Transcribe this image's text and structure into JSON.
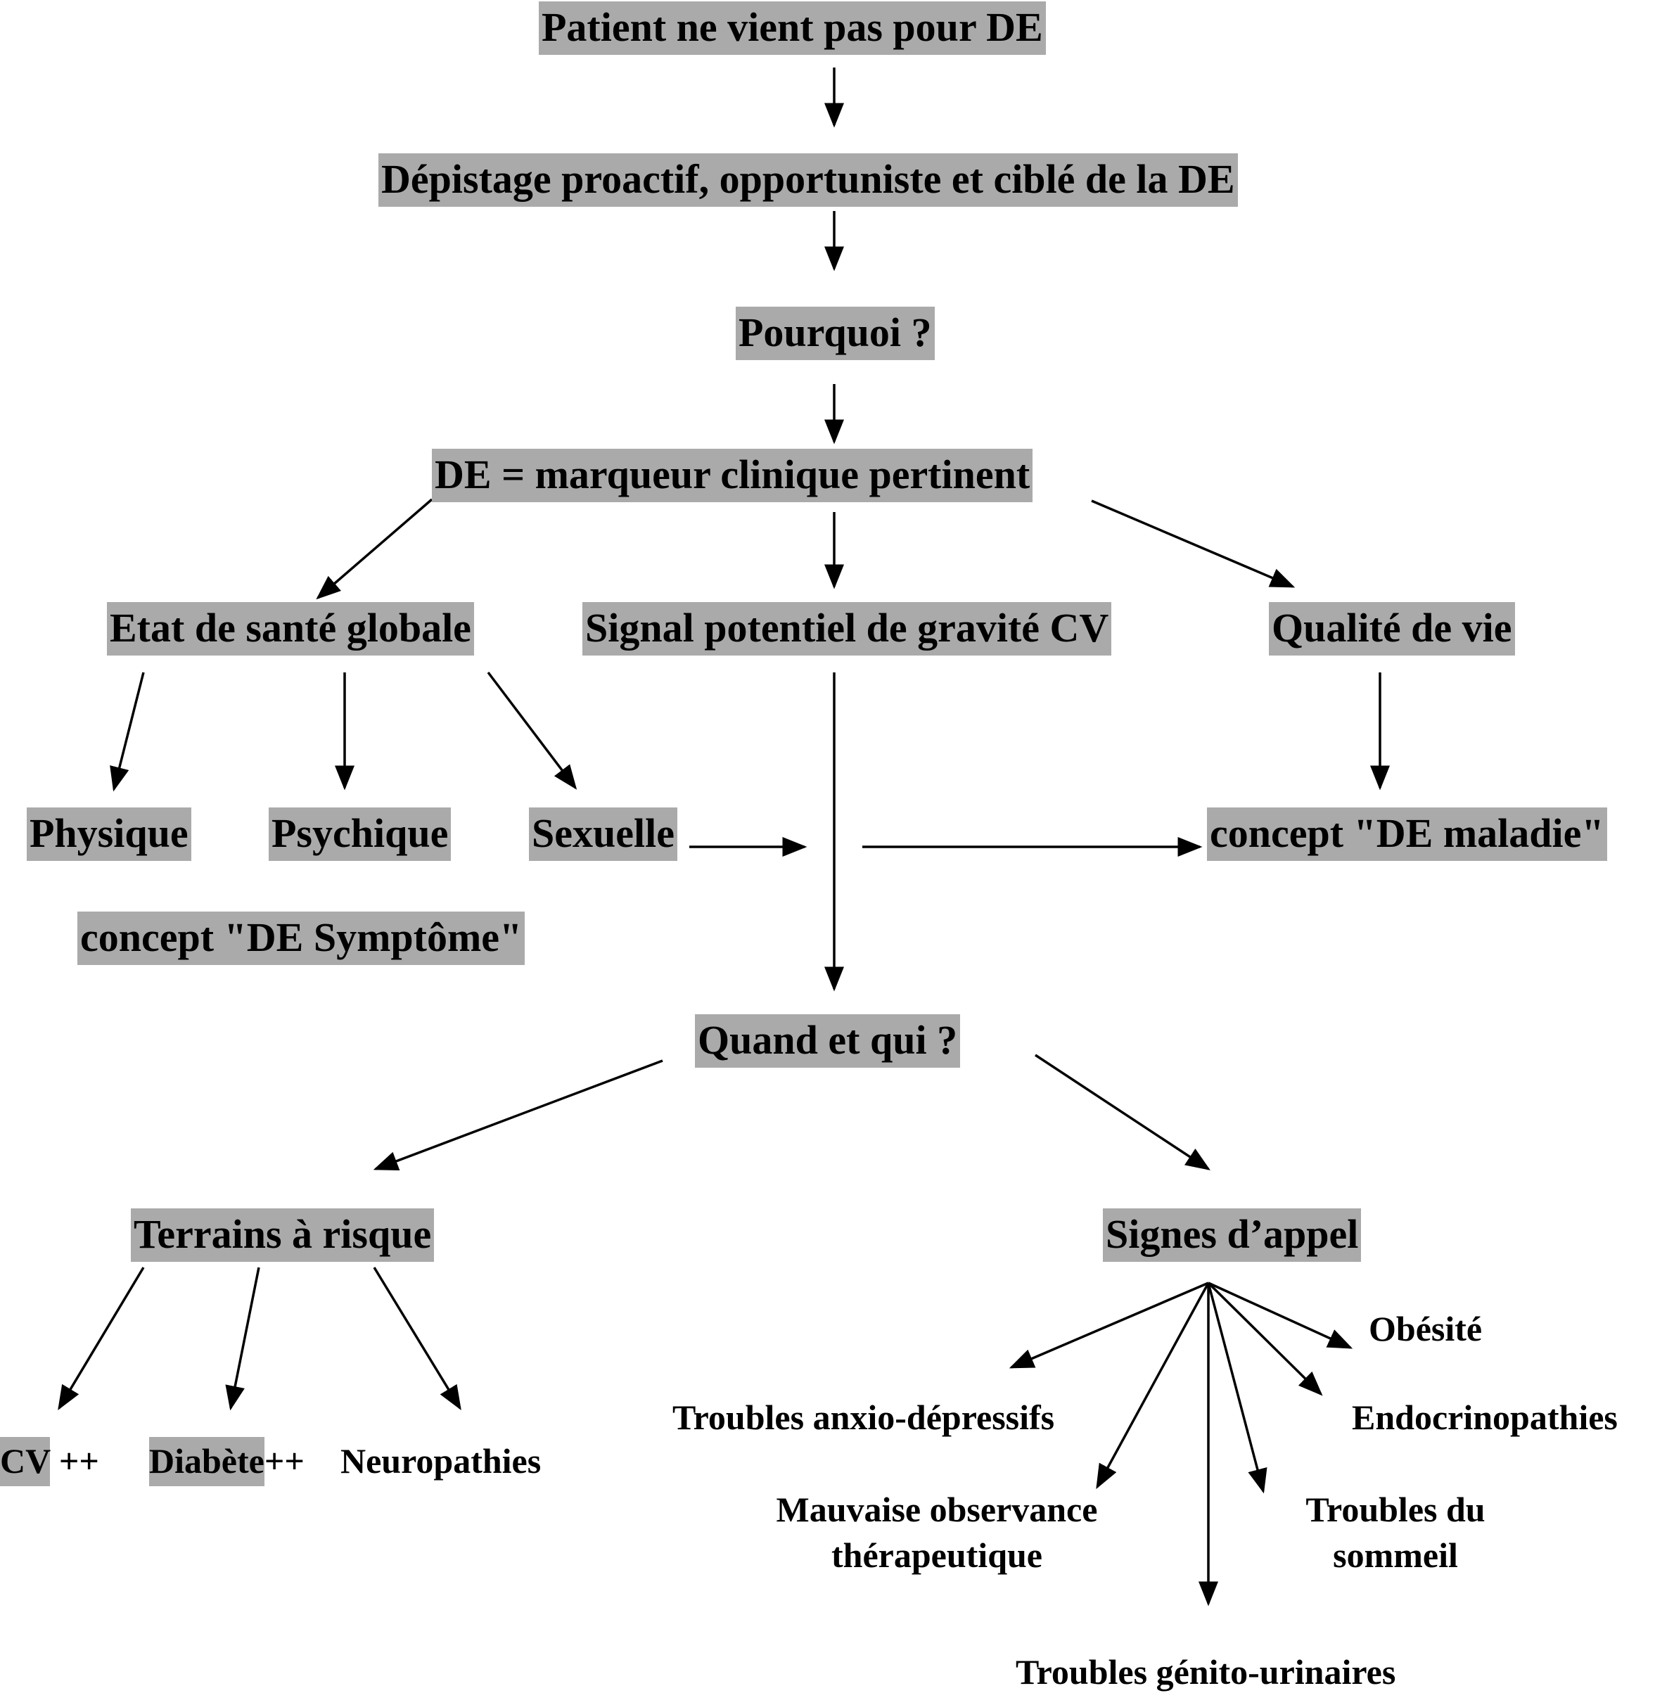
{
  "nodes": {
    "patient": "Patient ne vient pas pour DE",
    "depistage": "Dépistage proactif, opportuniste et ciblé de la DE",
    "pourquoi": " Pourquoi ?",
    "marqueur": " DE = marqueur clinique pertinent",
    "etat_sante": "Etat de santé globale",
    "signal": "Signal potentiel de gravité CV",
    "qualite": "Qualité de vie",
    "physique": "Physique",
    "psychique": "Psychique",
    "sexuelle": "Sexuelle",
    "concept_maladie": " concept \"DE maladie\"",
    "concept_symptome": " concept \"DE Symptôme\"",
    "quand_qui": " Quand et qui ?",
    "terrains": "Terrains à risque",
    "signes": "Signes d’appel",
    "cv": "CV",
    "cv_suffix": " ++",
    "diabete": "Diabète",
    "diabete_suffix": "++",
    "neuropathies": "Neuropathies",
    "obesite": "Obésité",
    "anxio": "Troubles anxio-dépressifs",
    "endocrino": "Endocrinopathies",
    "observance_l1": "Mauvaise observance",
    "observance_l2": "thérapeutique",
    "sommeil_l1": "Troubles du",
    "sommeil_l2": "sommeil",
    "genito": "Troubles génito-urinaires"
  },
  "colors": {
    "box_fill": "#aaaaaa",
    "arrow": "#000000"
  }
}
